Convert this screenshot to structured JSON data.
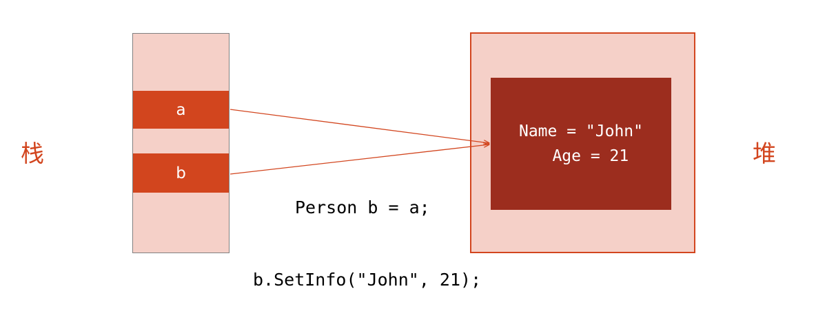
{
  "diagram": {
    "title_left": "栈",
    "title_right": "堆",
    "stack": {
      "slots": [
        {
          "label": "a"
        },
        {
          "label": "b"
        }
      ]
    },
    "heap": {
      "object_lines": [
        "Name = \"John\"",
        "  Age = 21"
      ]
    },
    "captions": {
      "assignment": "Person b = a;",
      "method_call": "b.SetInfo(\"John\", 21);"
    },
    "arrows": [
      {
        "from": "a",
        "to": "heap-object"
      },
      {
        "from": "b",
        "to": "heap-object"
      }
    ],
    "colors": {
      "accent_orange": "#D2451E",
      "light_pink": "#F5D0C8",
      "dark_red": "#9C2D1E",
      "stack_border_gray": "#808080",
      "text_white": "#FFFFFF",
      "text_black": "#000000"
    }
  }
}
